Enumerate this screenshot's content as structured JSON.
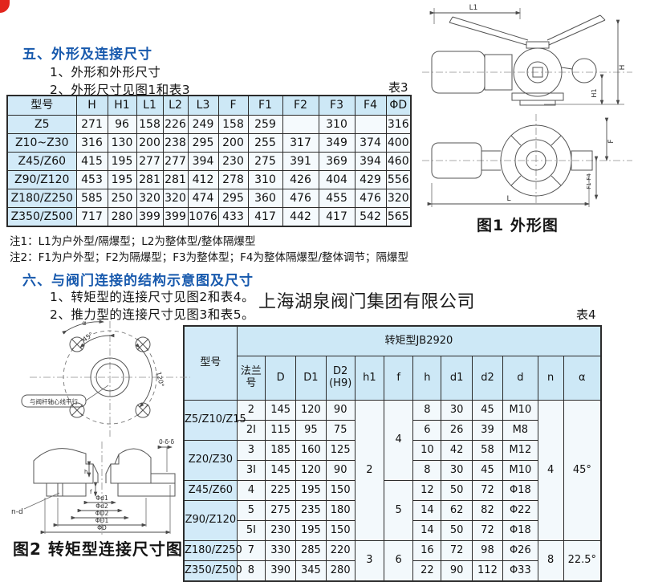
{
  "colors": {
    "heading_blue": "#1759ad",
    "table_header_bg": "#cde8f6",
    "model_cell_bg": "#d2eaf8",
    "border": "#2b2b2b",
    "corner_red": "#e2251d"
  },
  "section5": {
    "title": "五、外形及连接尺寸",
    "item1": "1、外形和外形尺寸",
    "item2": "2、外形尺寸见图1和表3"
  },
  "notes": {
    "note1": "注1：L1为户外型/隔爆型；L2为整体型/整体隔爆型",
    "note2": "注2：F1为户外型；F2为隔爆型；F3为整体型；F4为整体隔爆型/整体调节；隔爆型"
  },
  "section6": {
    "title": "六、与阀门连接的结构示意图及尺寸",
    "item1": "1、转矩型的连接尺寸见图2和表4。",
    "item2": "2、推力型的连接尺寸见图3和表5。"
  },
  "labels": {
    "table3": "表3",
    "table4": "表4",
    "fig1_caption": "图1 外形图",
    "fig2_caption": "图2 转矩型连接尺寸图",
    "watermark": "上海湖泉阀门集团有限公司"
  },
  "tables": {
    "table3": {
      "head": [
        [
          {
            "t": "型号",
            "cls": "model"
          },
          "H",
          "H1",
          "L1",
          "L2",
          "L3",
          "F",
          "F1",
          "F2",
          "F3",
          "F4",
          "ΦD"
        ]
      ],
      "body": [
        [
          {
            "t": "Z5",
            "cls": "model"
          },
          "271",
          "96",
          "158",
          "226",
          "249",
          "158",
          "259",
          "",
          "310",
          "",
          "316"
        ],
        [
          {
            "t": "Z10~Z30",
            "cls": "model"
          },
          "316",
          "130",
          "200",
          "238",
          "295",
          "200",
          "255",
          "317",
          "349",
          "374",
          "400"
        ],
        [
          {
            "t": "Z45/Z60",
            "cls": "model"
          },
          "415",
          "195",
          "277",
          "277",
          "394",
          "230",
          "275",
          "391",
          "369",
          "394",
          "460"
        ],
        [
          {
            "t": "Z90/Z120",
            "cls": "model"
          },
          "453",
          "195",
          "281",
          "281",
          "412",
          "278",
          "310",
          "426",
          "404",
          "429",
          "556"
        ],
        [
          {
            "t": "Z180/Z250",
            "cls": "model"
          },
          "585",
          "250",
          "320",
          "320",
          "474",
          "295",
          "360",
          "476",
          "455",
          "476",
          "320"
        ],
        [
          {
            "t": "Z350/Z500",
            "cls": "model"
          },
          "717",
          "280",
          "399",
          "399",
          "1076",
          "433",
          "417",
          "442",
          "417",
          "542",
          "565"
        ]
      ]
    },
    "table4": {
      "head": [
        [
          {
            "t": "型号",
            "rs": 2,
            "cls": "model"
          },
          {
            "t": "转矩型JB2920",
            "cs": 12
          }
        ],
        [
          {
            "t": "法兰\n号"
          },
          "D",
          "D1",
          {
            "t": "D2\n(H9)"
          },
          "h1",
          "f",
          "h",
          "d1",
          "d2",
          "d",
          "n",
          "α"
        ]
      ],
      "body": [
        [
          {
            "t": "Z5/Z10/Z15",
            "rs": 2,
            "cls": "model"
          },
          {
            "t": "2"
          },
          {
            "t": "145"
          },
          {
            "t": "120"
          },
          {
            "t": "90"
          },
          {
            "t": "2",
            "rs": 7
          },
          {
            "t": "4",
            "rs": 4
          },
          {
            "t": "8"
          },
          {
            "t": "30"
          },
          {
            "t": "45"
          },
          {
            "t": "M10"
          },
          {
            "t": "4",
            "rs": 7
          },
          {
            "t": "45°",
            "rs": 7
          }
        ],
        [
          {
            "t": "2I"
          },
          {
            "t": "115"
          },
          {
            "t": "95"
          },
          {
            "t": "75"
          },
          {
            "t": "6"
          },
          {
            "t": "26"
          },
          {
            "t": "39"
          },
          {
            "t": "M8"
          }
        ],
        [
          {
            "t": "Z20/Z30",
            "rs": 2,
            "cls": "model"
          },
          {
            "t": "3"
          },
          {
            "t": "185"
          },
          {
            "t": "160"
          },
          {
            "t": "125"
          },
          {
            "t": "10"
          },
          {
            "t": "42"
          },
          {
            "t": "58"
          },
          {
            "t": "M12"
          }
        ],
        [
          {
            "t": "3I"
          },
          {
            "t": "145"
          },
          {
            "t": "120"
          },
          {
            "t": "90"
          },
          {
            "t": "8"
          },
          {
            "t": "30"
          },
          {
            "t": "45"
          },
          {
            "t": "M10"
          }
        ],
        [
          {
            "t": "Z45/Z60",
            "cls": "model"
          },
          {
            "t": "4"
          },
          {
            "t": "225"
          },
          {
            "t": "195"
          },
          {
            "t": "150"
          },
          {
            "t": "5",
            "rs": 3
          },
          {
            "t": "12"
          },
          {
            "t": "50"
          },
          {
            "t": "72"
          },
          {
            "t": "Φ18"
          }
        ],
        [
          {
            "t": "Z90/Z120",
            "rs": 2,
            "cls": "model"
          },
          {
            "t": "5"
          },
          {
            "t": "275"
          },
          {
            "t": "235"
          },
          {
            "t": "180"
          },
          {
            "t": "14"
          },
          {
            "t": "62"
          },
          {
            "t": "82"
          },
          {
            "t": "Φ22"
          }
        ],
        [
          {
            "t": "5I"
          },
          {
            "t": "230"
          },
          {
            "t": "195"
          },
          {
            "t": "150"
          },
          {
            "t": "14"
          },
          {
            "t": "50"
          },
          {
            "t": "72"
          },
          {
            "t": "Φ18"
          }
        ],
        [
          {
            "t": "Z180/Z250",
            "cls": "model"
          },
          {
            "t": "7"
          },
          {
            "t": "330"
          },
          {
            "t": "285"
          },
          {
            "t": "220"
          },
          {
            "t": "3",
            "rs": 2
          },
          {
            "t": "6",
            "rs": 2
          },
          {
            "t": "16"
          },
          {
            "t": "72"
          },
          {
            "t": "98"
          },
          {
            "t": "Φ26"
          },
          {
            "t": "8",
            "rs": 2
          },
          {
            "t": "22.5°",
            "rs": 2
          }
        ],
        [
          {
            "t": "Z350/Z500",
            "cls": "model"
          },
          {
            "t": "8"
          },
          {
            "t": "390"
          },
          {
            "t": "345"
          },
          {
            "t": "280"
          },
          {
            "t": "22"
          },
          {
            "t": "90"
          },
          {
            "t": "112"
          },
          {
            "t": "Φ33"
          }
        ]
      ]
    }
  },
  "fig1": {
    "l1": "L1",
    "h": "H",
    "h1": "H1",
    "f": "F",
    "f1f4": "F1-F4",
    "l": "L"
  },
  "flange": {
    "alpha": "α",
    "a45": "45°",
    "a120": "120°",
    "note": "与阀杆轴心线平行"
  },
  "fig2": {
    "nd": "n-d",
    "phid1": "Φd1",
    "phid2": "Φd2",
    "phiD2": "ΦD2",
    "phiD1": "ΦD1",
    "phiD": "ΦD",
    "h": "h",
    "f": "f",
    "od": "0-δ·δ"
  }
}
